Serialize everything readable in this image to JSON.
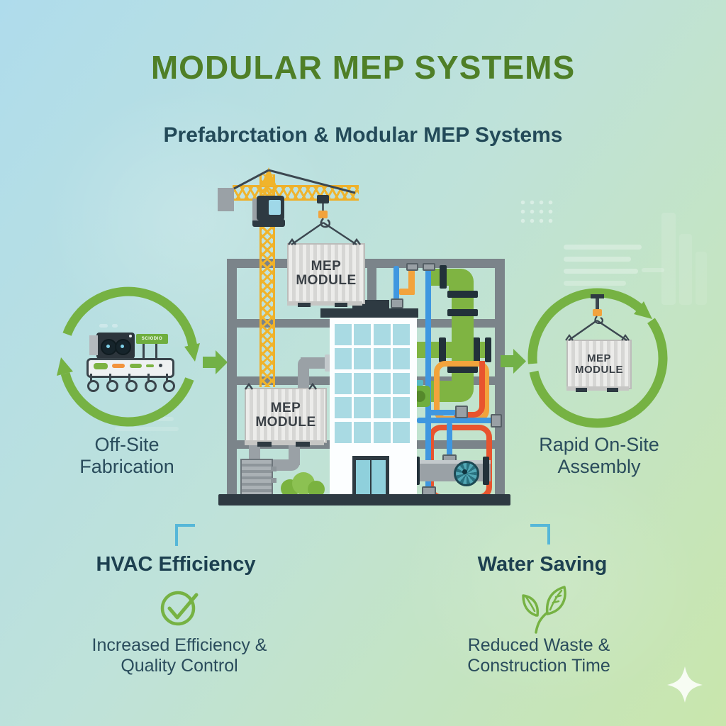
{
  "title": "MODULAR MEP SYSTEMS",
  "subtitle": "Prefabrctation & Modular MEP Systems",
  "container_label": {
    "line1": "MEP",
    "line2": "MODULE"
  },
  "left_cycle": {
    "caption_line1": "Off-Site",
    "caption_line2": "Fabrication",
    "machine_sign_text": "SCIODIO"
  },
  "right_cycle": {
    "caption_line1": "Rapid On-Site",
    "caption_line2": "Assembly"
  },
  "benefits": [
    {
      "heading": "HVAC Efficiency",
      "icon": "check-circle-icon",
      "description_line1": "Increased Efficiency &",
      "description_line2": "Quality Control"
    },
    {
      "heading": "Water Saving",
      "icon": "leaf-icon",
      "description_line1": "Reduced Waste &",
      "description_line2": "Construction Time"
    }
  ],
  "colors": {
    "title_green": "#4f7f27",
    "heading_teal": "#1d4050",
    "body_teal": "#2a4c5c",
    "cycle_green": "#76b243",
    "crane_yellow": "#f0b42c",
    "duct_green": "#7fb442",
    "pipe_blue": "#3f97e0",
    "pipe_orange": "#f2a33c",
    "pipe_red": "#e8542e",
    "bracket_blue": "#56b7d8",
    "frame_gray": "#7b848a",
    "dark_slate": "#2e3a42",
    "window_teal": "#a9dae3"
  }
}
